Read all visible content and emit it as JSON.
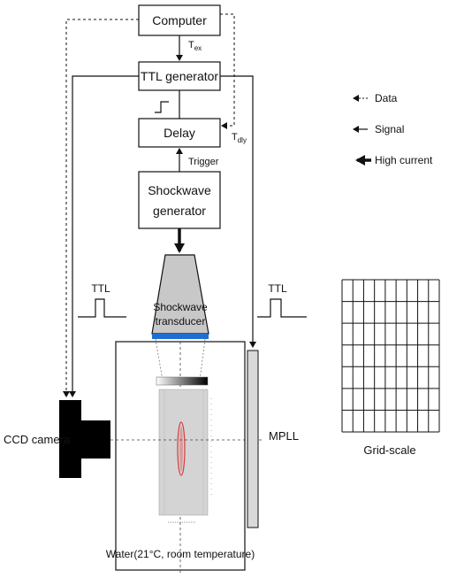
{
  "blocks": {
    "computer": "Computer",
    "ttl_generator": "TTL generator",
    "delay": "Delay",
    "shockwave_generator_line1": "Shockwave",
    "shockwave_generator_line2": "generator",
    "transducer_line1": "Shockwave",
    "transducer_line2": "transducer",
    "ccd_camera": "CCD camera",
    "mpll": "MPLL",
    "water_tank": "Water(21°C, room temperature)",
    "grid_scale": "Grid-scale"
  },
  "signals": {
    "t_ex_main": "T",
    "t_ex_sub": "ex",
    "t_dly_main": "T",
    "t_dly_sub": "dly",
    "trigger": "Trigger",
    "ttl_left": "TTL",
    "ttl_right": "TTL"
  },
  "legend": {
    "data": "Data",
    "signal": "Signal",
    "high_current": "High current"
  },
  "colors": {
    "transducer_fill": "#c8c8c8",
    "transducer_face": "#1f6fd1",
    "camera": "#000000",
    "mpll_fill": "#d9d9d9",
    "image_fill": "#d4d4d4",
    "bubble_column": "#d63a3a"
  }
}
